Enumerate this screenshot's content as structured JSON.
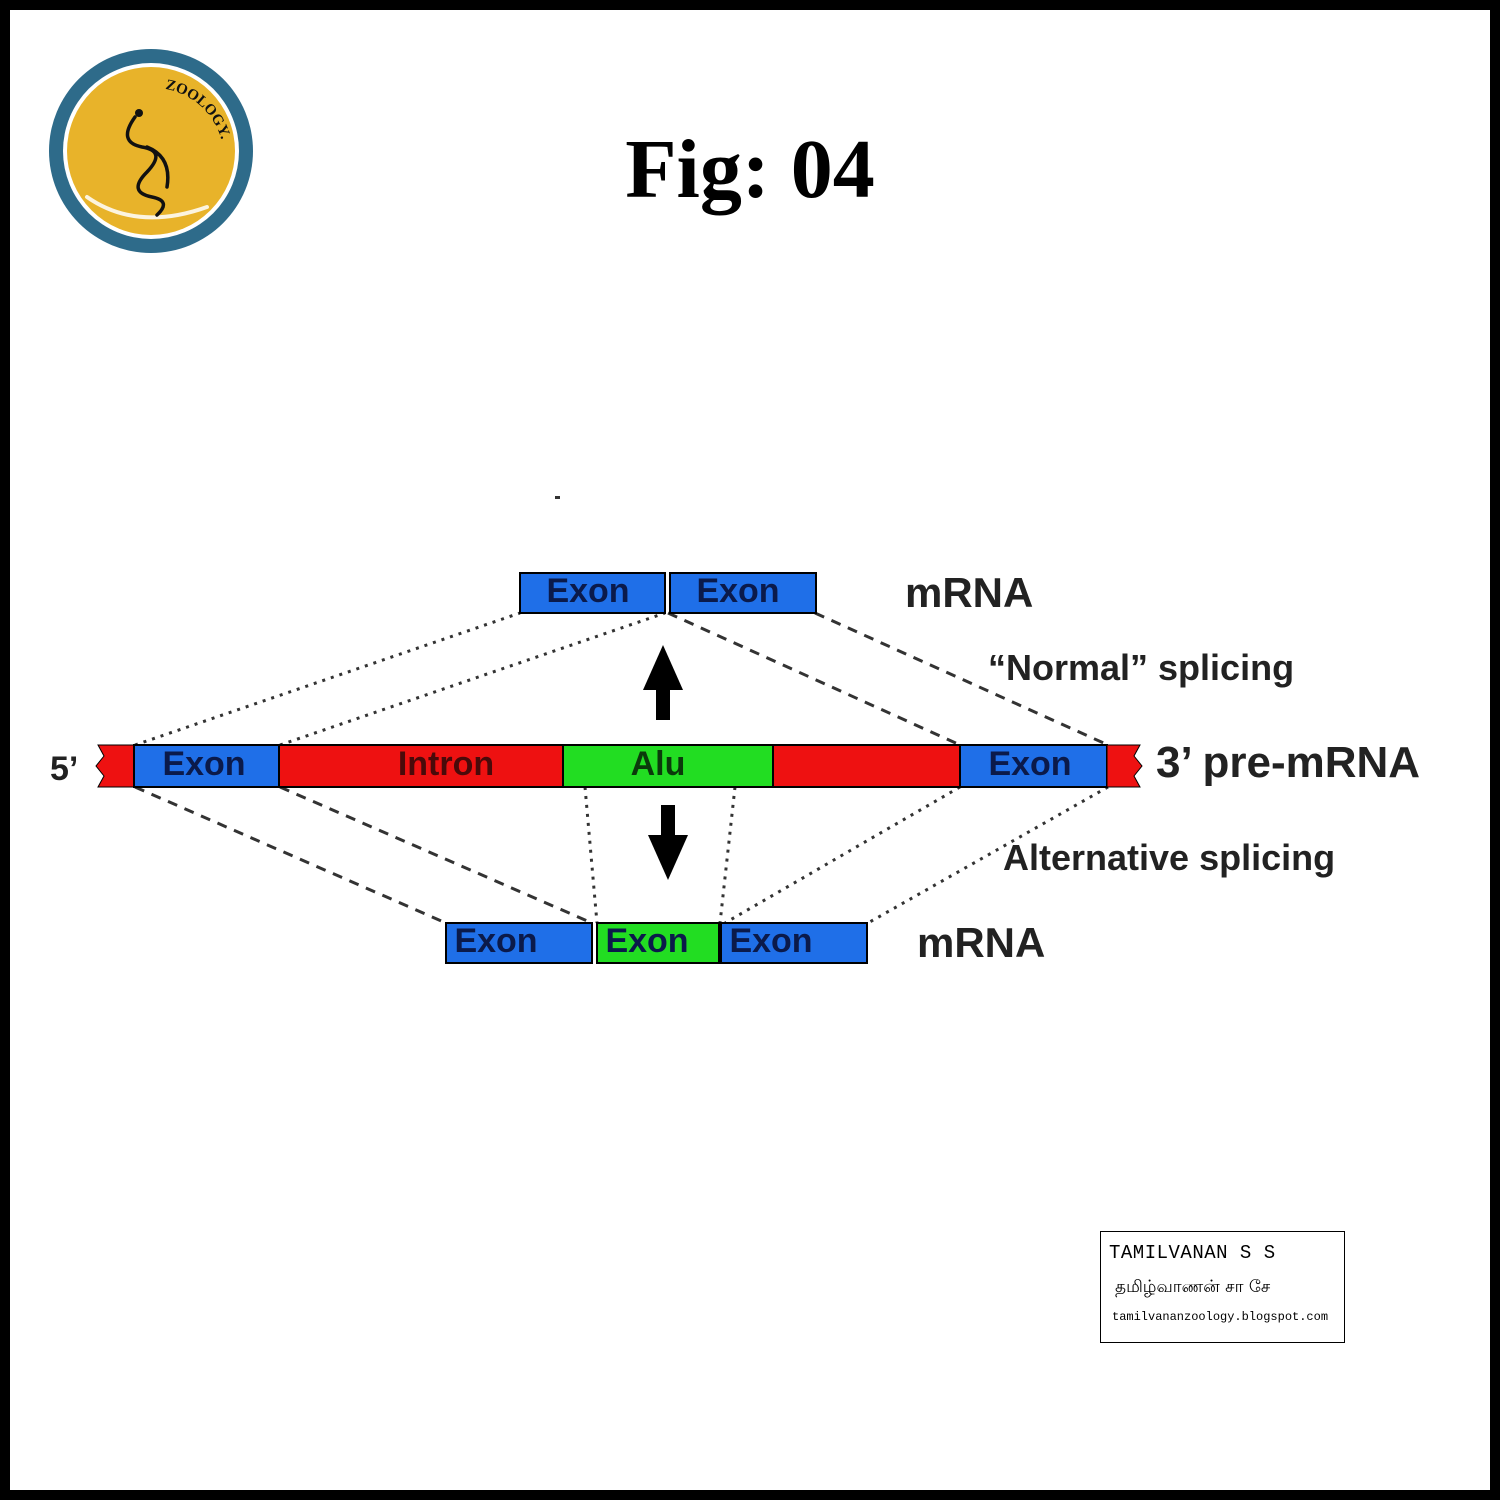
{
  "header": {
    "title": "Fig: 04"
  },
  "logo": {
    "text": "ZOOLOGY.",
    "ring_color": "#2e6b8a",
    "fill_color": "#e8b32a"
  },
  "diagram": {
    "pre_mrna": {
      "five_prime": "5’",
      "three_prime_label": "3’ pre-mRNA",
      "segments": [
        {
          "type": "Exon",
          "label": "Exon"
        },
        {
          "type": "Intron",
          "label": "Intron"
        },
        {
          "type": "Alu",
          "label": "Alu"
        },
        {
          "type": "Intron",
          "label": ""
        },
        {
          "type": "Exon",
          "label": "Exon"
        }
      ]
    },
    "normal_mrna": {
      "label": "mRNA",
      "segments": [
        {
          "type": "Exon",
          "label": "Exon"
        },
        {
          "type": "Exon",
          "label": "Exon"
        }
      ]
    },
    "alternative_mrna": {
      "label": "mRNA",
      "segments": [
        {
          "type": "Exon",
          "label": "Exon"
        },
        {
          "type": "Alu-exon",
          "label": "Exon"
        },
        {
          "type": "Exon",
          "label": "Exon"
        }
      ]
    },
    "normal_splicing_label": "“Normal” splicing",
    "alternative_splicing_label": "Alternative splicing",
    "colors": {
      "exon": "#1f6fe8",
      "intron": "#ee1111",
      "alu": "#22dd22",
      "label_text": "#0b1a4a"
    }
  },
  "credit": {
    "name": "TAMILVANAN S S",
    "tamil_name": "தமிழ்வாணன் சா சே",
    "url": "tamilvananzoology.blogspot.com"
  }
}
